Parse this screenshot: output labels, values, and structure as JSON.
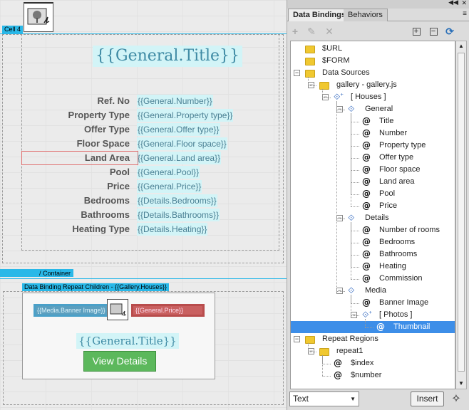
{
  "design": {
    "cell_label": "Cell 4",
    "title_binding": "{{General.Title}}",
    "details": [
      {
        "label": "Ref. No",
        "value": "{{General.Number}}"
      },
      {
        "label": "Property Type",
        "value": "{{General.Property type}}"
      },
      {
        "label": "Offer Type",
        "value": "{{General.Offer type}}"
      },
      {
        "label": "Floor Space",
        "value": "{{General.Floor space}}"
      },
      {
        "label": "Land Area",
        "value": "{{General.Land area}}"
      },
      {
        "label": "Pool",
        "value": "{{General.Pool}}"
      },
      {
        "label": "Price",
        "value": "{{General.Price}}"
      },
      {
        "label": "Bedrooms",
        "value": "{{Details.Bedrooms}}"
      },
      {
        "label": "Bathrooms",
        "value": "{{Details.Bathrooms}}"
      },
      {
        "label": "Heating Type",
        "value": "{{Details.Heating}}"
      }
    ],
    "container_label": "/ Container",
    "repeat_label": "Data Binding Repeat Children - {{Gallery.Houses}}",
    "card": {
      "banner_left": "{{Media.Banner Image}}",
      "banner_right": "{{General.Price}}",
      "title": "{{General.Title}}",
      "button": "View Details"
    }
  },
  "panel": {
    "tabs": [
      "Data Bindings",
      "Behaviors"
    ],
    "toolbar_icons": [
      "add-icon",
      "edit-icon",
      "delete-icon",
      "expand-all-icon",
      "collapse-all-icon",
      "refresh-icon"
    ],
    "tree": [
      {
        "label": "$URL",
        "type": "folder",
        "depth": 0
      },
      {
        "label": "$FORM",
        "type": "folder",
        "depth": 0
      },
      {
        "label": "Data Sources",
        "type": "folder",
        "depth": 0,
        "expanded": true
      },
      {
        "label": "gallery - gallery.js",
        "type": "folder",
        "depth": 1,
        "expanded": true
      },
      {
        "label": "[ Houses ]",
        "type": "array",
        "depth": 2,
        "expanded": true
      },
      {
        "label": "General",
        "type": "object",
        "depth": 3,
        "expanded": true
      },
      {
        "label": "Title",
        "type": "field",
        "depth": 4
      },
      {
        "label": "Number",
        "type": "field",
        "depth": 4
      },
      {
        "label": "Property type",
        "type": "field",
        "depth": 4
      },
      {
        "label": "Offer type",
        "type": "field",
        "depth": 4
      },
      {
        "label": "Floor space",
        "type": "field",
        "depth": 4
      },
      {
        "label": "Land area",
        "type": "field",
        "depth": 4
      },
      {
        "label": "Pool",
        "type": "field",
        "depth": 4
      },
      {
        "label": "Price",
        "type": "field",
        "depth": 4
      },
      {
        "label": "Details",
        "type": "object",
        "depth": 3,
        "expanded": true
      },
      {
        "label": "Number of rooms",
        "type": "field",
        "depth": 4
      },
      {
        "label": "Bedrooms",
        "type": "field",
        "depth": 4
      },
      {
        "label": "Bathrooms",
        "type": "field",
        "depth": 4
      },
      {
        "label": "Heating",
        "type": "field",
        "depth": 4
      },
      {
        "label": "Commission",
        "type": "field",
        "depth": 4
      },
      {
        "label": "Media",
        "type": "object",
        "depth": 3,
        "expanded": true
      },
      {
        "label": "Banner Image",
        "type": "field",
        "depth": 4
      },
      {
        "label": "[ Photos ]",
        "type": "array",
        "depth": 4,
        "expanded": true
      },
      {
        "label": "Thumbnail",
        "type": "field",
        "depth": 5,
        "selected": true
      },
      {
        "label": "Repeat Regions",
        "type": "folder",
        "depth": 0,
        "expanded": true
      },
      {
        "label": "repeat1",
        "type": "folder",
        "depth": 1,
        "expanded": true
      },
      {
        "label": "$index",
        "type": "field",
        "depth": 2
      },
      {
        "label": "$number",
        "type": "field",
        "depth": 2
      }
    ],
    "format_select": "Text",
    "insert_button": "Insert"
  },
  "colors": {
    "accent": "#29b8e8",
    "selection": "#3d8ee8",
    "button_green": "#5cb85c",
    "binding_text": "#4a7f93"
  }
}
